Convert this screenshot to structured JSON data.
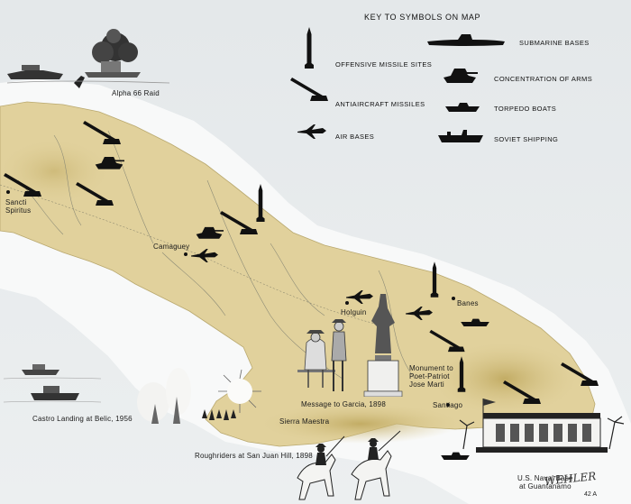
{
  "colors": {
    "land": "#e2d3a0",
    "land_shade": "#c9b56f",
    "sea": "#eef1f3",
    "shelf": "#f9fafa",
    "symbol": "#111111",
    "river": "#8a8a74"
  },
  "key": {
    "title": "KEY TO SYMBOLS ON MAP",
    "items": [
      {
        "label": "OFFENSIVE MISSILE SITES",
        "icon": "missile-site-icon"
      },
      {
        "label": "ANTIAIRCRAFT MISSILES",
        "icon": "antiaircraft-missile-icon"
      },
      {
        "label": "AIR BASES",
        "icon": "air-base-icon"
      },
      {
        "label": "SUBMARINE BASES",
        "icon": "submarine-icon"
      },
      {
        "label": "CONCENTRATION OF ARMS",
        "icon": "tank-icon"
      },
      {
        "label": "TORPEDO BOATS",
        "icon": "torpedo-boat-icon"
      },
      {
        "label": "SOVIET SHIPPING",
        "icon": "ship-icon"
      }
    ]
  },
  "places": {
    "sancti_spiritus": "Sancti\nSpiritus",
    "camaguey": "Camaguey",
    "holguin": "Holguin",
    "banes": "Banes",
    "santiago": "Santiago",
    "sierra_maestra": "Sierra Maestra"
  },
  "events": {
    "alpha66": "Alpha 66 Raid",
    "castro_landing": "Castro Landing at Belic, 1956",
    "garcia": "Message to Garcia, 1898",
    "marti": "Monument to\nPoet-Patriot\nJose Marti",
    "roughriders": "Roughriders at San Juan Hill, 1898",
    "guantanamo": "U.S. Naval Base\nat Guantanamo"
  },
  "signature": "WEHLER",
  "page_number": "42 A"
}
